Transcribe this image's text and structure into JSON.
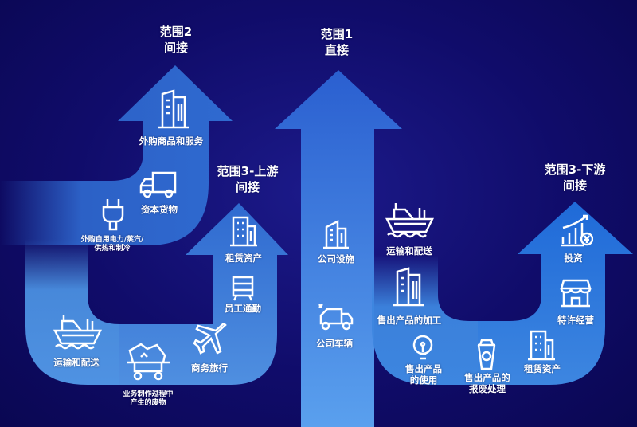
{
  "scope1": {
    "title_line1": "范围1",
    "title_line2": "直接",
    "items": [
      "公司设施",
      "公司车辆"
    ]
  },
  "scope2": {
    "title_line1": "范围2",
    "title_line2": "间接",
    "items": [
      "外购商品和服务",
      "资本货物",
      "外购自用电力/蒸汽/",
      "供热和制冷"
    ]
  },
  "scope3_upstream": {
    "title_line1": "范围3-上游",
    "title_line2": "间接",
    "items": [
      "租赁资产",
      "员工通勤",
      "商务旅行",
      "业务制作过程中",
      "产生的废物",
      "运输和配送"
    ]
  },
  "scope3_downstream": {
    "title_line1": "范围3-下游",
    "title_line2": "间接",
    "items": [
      "投资",
      "特许经营",
      "租赁资产",
      "售出产品的",
      "报废处理",
      "售出产品",
      "的使用",
      "售出产品的加工",
      "运输和配送"
    ]
  },
  "colors": {
    "background": "#100c6a",
    "arrow_light": "#4a8fe0",
    "arrow_dark": "#1e4fb8"
  }
}
